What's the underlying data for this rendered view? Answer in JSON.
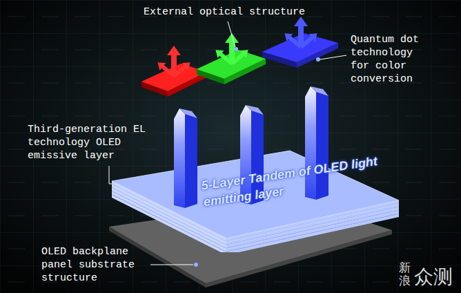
{
  "diagram": {
    "nodes": [
      {
        "text": [
          "5-Layer Tandem of OLED light emitting layer"
        ]
      }
    ],
    "labels": [
      "External optical structure",
      "Quantum dot technology for color conversion",
      "Third-generation EL technology OLED emissive layer",
      "OLED backplane panel substrate structure",
      "新浪",
      "众测"
    ]
  }
}
